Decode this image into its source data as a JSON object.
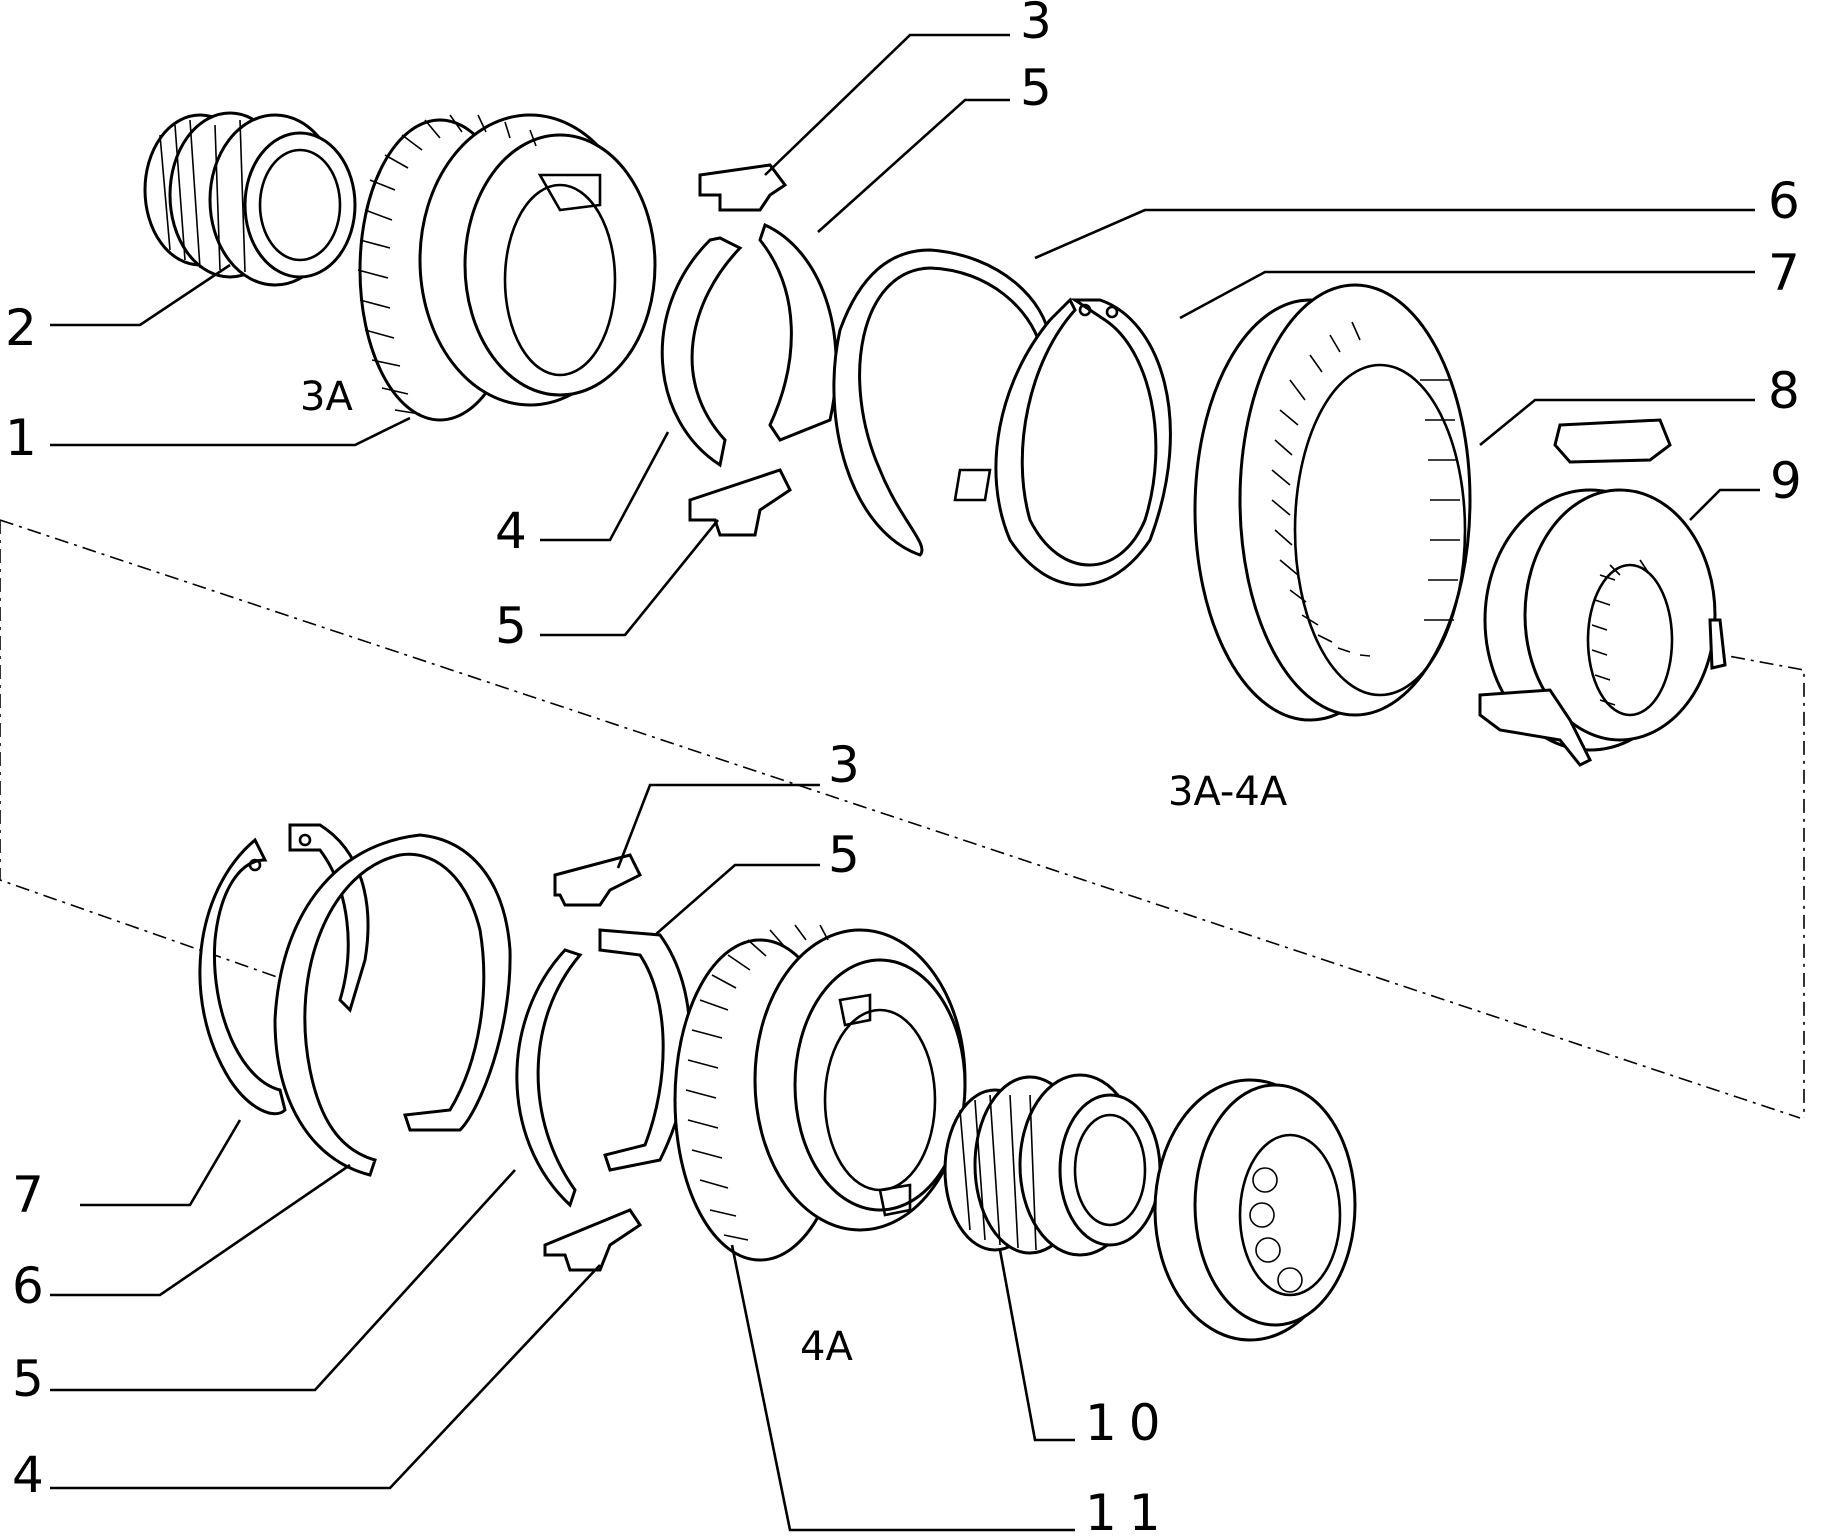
{
  "colors": {
    "ink": "#000000",
    "paper": "#ffffff"
  },
  "labels": {
    "upper_group": {
      "gear_3": "3A",
      "assembly": "3A-4A"
    },
    "lower_group": {
      "gear_4": "4A"
    }
  },
  "callouts": {
    "top_3": "3",
    "top_5a": "5",
    "top_6": "6",
    "top_7": "7",
    "top_8": "8",
    "top_9": "9",
    "top_2": "2",
    "top_1": "1",
    "top_4": "4",
    "top_5b": "5",
    "bot_3": "3",
    "bot_5a": "5",
    "bot_7": "7",
    "bot_6": "6",
    "bot_5b": "5",
    "bot_4": "4",
    "bot_10": "10",
    "bot_11": "11"
  }
}
